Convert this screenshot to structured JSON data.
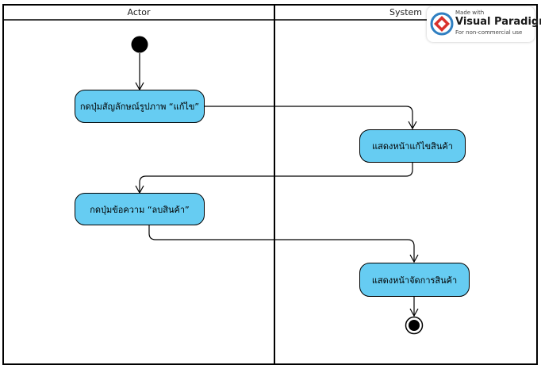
{
  "lanes": [
    {
      "title": "Actor"
    },
    {
      "title": "System"
    }
  ],
  "activities": [
    {
      "id": "a1",
      "label": "กดปุ่มสัญลักษณ์รูปภาพ “แก้ไข”"
    },
    {
      "id": "a2",
      "label": "แสดงหน้าแก้ไขสินค้า"
    },
    {
      "id": "a3",
      "label": "กดปุ่มข้อความ “ลบสินค้า”"
    },
    {
      "id": "a4",
      "label": "แสดงหน้าจัดการสินค้า"
    }
  ],
  "watermark": {
    "made_with": "Made with",
    "brand": "Visual Paradigm",
    "license": "For non-commercial use"
  },
  "colors": {
    "activity_fill": "#66ccf2",
    "logo_red": "#d9312b",
    "logo_blue": "#2f7fc1"
  }
}
